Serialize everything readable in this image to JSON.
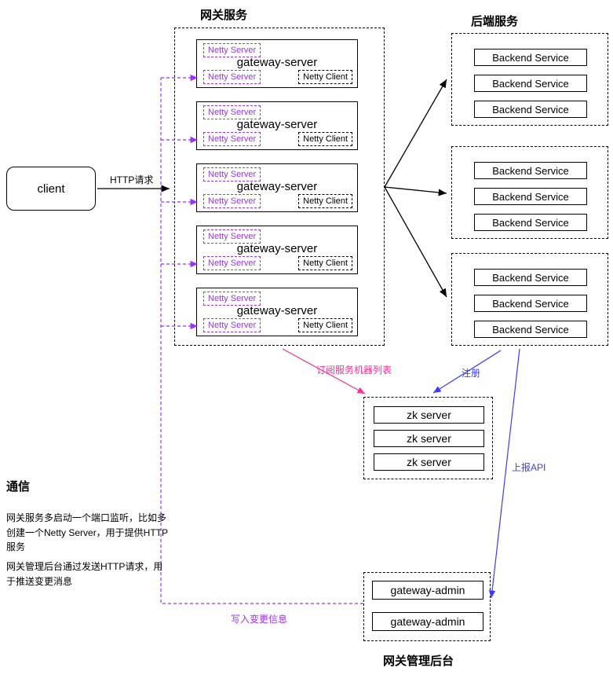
{
  "titles": {
    "gateway_group": "网关服务",
    "backend_group": "后端服务",
    "admin_group": "网关管理后台"
  },
  "client": {
    "label": "client"
  },
  "gateway": {
    "server_label": "gateway-server",
    "netty_server_label": "Netty Server",
    "netty_client_label": "Netty Client",
    "instance_count": 5
  },
  "backend": {
    "service_label": "Backend Service",
    "group_count": 3,
    "services_per_group": 3
  },
  "zk": {
    "label": "zk server",
    "count": 3
  },
  "admin": {
    "label": "gateway-admin",
    "count": 2
  },
  "arrows": {
    "http_request": "HTTP请求",
    "subscribe": "订阅服务机器列表",
    "register": "注册",
    "report_api": "上报API",
    "write_change": "写入变更信息"
  },
  "notes": {
    "heading": "通信",
    "para1": "网关服务多启动一个端口监听，比如多创建一个Netty Server，用于提供HTTP服务",
    "para2": "网关管理后台通过发送HTTP请求，用于推送变更消息"
  },
  "colors": {
    "purple": "#9b30ff",
    "pink": "#ff2e92",
    "blue": "#3a3aff",
    "black": "#000000"
  }
}
